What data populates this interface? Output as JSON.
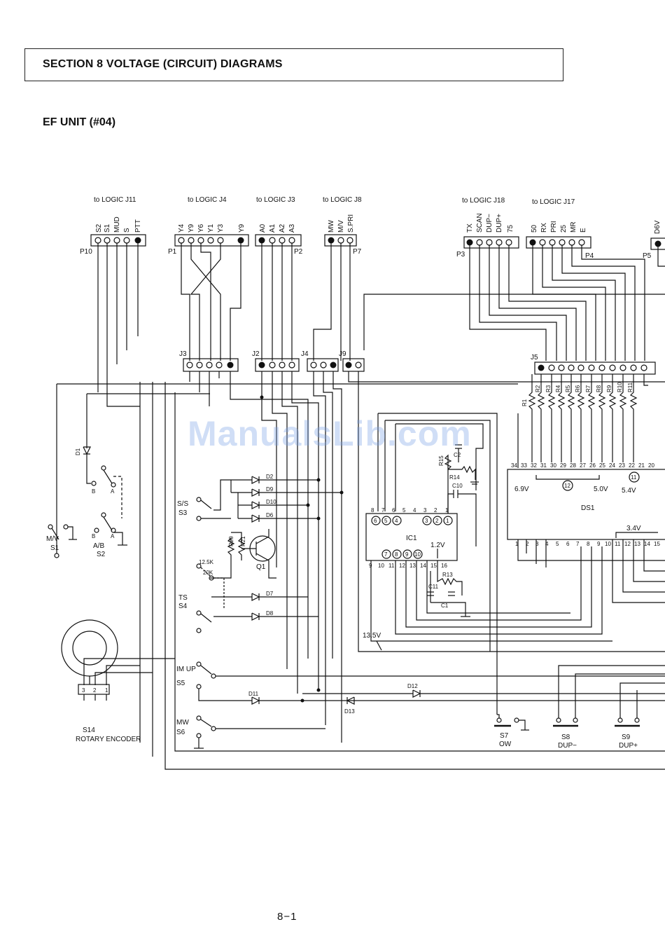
{
  "header": {
    "section_title": "SECTION 8   VOLTAGE (CIRCUIT) DIAGRAMS"
  },
  "unit_title": "EF UNIT (#04)",
  "page_number": "8−1",
  "watermark": "ManualsLib.com",
  "connectors": [
    {
      "label": "P10",
      "to": "to LOGIC J11",
      "pins": [
        "S2",
        "S1",
        "MUD",
        "S",
        "PTT"
      ]
    },
    {
      "label": "P1",
      "to": "to LOGIC J4",
      "pins": [
        "Y4",
        "Y9",
        "Y6",
        "Y1",
        "Y3",
        "Y9"
      ]
    },
    {
      "label": "P2",
      "to": "to LOGIC J3",
      "pins": [
        "A0",
        "A1",
        "A2",
        "A3"
      ]
    },
    {
      "label": "P7",
      "to": "to LOGIC J8",
      "pins": [
        "MW",
        "M/V",
        "S.PRI"
      ]
    },
    {
      "label": "P3",
      "to": "to LOGIC J18",
      "pins": [
        "TX",
        "SCAN",
        "DUP−",
        "DUP+",
        "75"
      ]
    },
    {
      "label": "P4",
      "to": "to LOGIC J17",
      "pins": [
        "50",
        "RX",
        "PRI",
        "25",
        "MR",
        "E"
      ]
    },
    {
      "label": "P5",
      "to": "",
      "pins": [
        "D6V"
      ]
    }
  ],
  "jacks": [
    "J3",
    "J2",
    "J4",
    "J9",
    "J5"
  ],
  "switches": [
    {
      "ref": "S1",
      "name": "M/V"
    },
    {
      "ref": "S2",
      "name": "A/B"
    },
    {
      "ref": "S3",
      "name": "S/S"
    },
    {
      "ref": "S4",
      "name": "TS"
    },
    {
      "ref": "S5",
      "name": "IM UP"
    },
    {
      "ref": "S6",
      "name": "MW"
    },
    {
      "ref": "S7",
      "name": "OW"
    },
    {
      "ref": "S8",
      "name": "DUP−"
    },
    {
      "ref": "S9",
      "name": "DUP+"
    },
    {
      "ref": "S14",
      "name": "ROTARY ENCODER"
    }
  ],
  "diodes": [
    "D1",
    "D2",
    "D9",
    "D10",
    "D6",
    "D7",
    "D8",
    "D11",
    "D12",
    "D13"
  ],
  "resistors": [
    "R1",
    "R2",
    "R3",
    "R4",
    "R5",
    "R6",
    "R7",
    "R8",
    "R9",
    "R10",
    "R11",
    "R13",
    "R14",
    "R15",
    "R20",
    "R21"
  ],
  "capacitors": [
    "C1",
    "C2",
    "C10",
    "C11"
  ],
  "values": {
    "r_a": "12.5K",
    "r_b": "20K"
  },
  "ic1": {
    "label": "IC1",
    "top_pins": [
      "8",
      "7",
      "6",
      "5",
      "4",
      "3",
      "2",
      "1"
    ],
    "bottom_pins": [
      "9",
      "10",
      "11",
      "12",
      "13",
      "14",
      "15",
      "16"
    ],
    "top_circles": [
      "6",
      "5",
      "4",
      "3",
      "2",
      "1"
    ],
    "bottom_circles": [
      "7",
      "8",
      "9",
      "10"
    ],
    "voltage": "1.2V"
  },
  "ds1": {
    "label": "DS1",
    "top_pins": [
      "34",
      "33",
      "32",
      "31",
      "30",
      "29",
      "28",
      "27",
      "26",
      "25",
      "24",
      "23",
      "22",
      "21",
      "20"
    ],
    "bottom_pins": [
      "1",
      "2",
      "3",
      "4",
      "5",
      "6",
      "7",
      "8",
      "9",
      "10",
      "11",
      "12",
      "13",
      "14",
      "15"
    ],
    "volt_a": "6.9V",
    "volt_b": "5.0V",
    "volt_c": "5.4V",
    "volt_d": "3.4V",
    "circle_a": "12",
    "circle_b": "11"
  },
  "supply": "13.5V",
  "transistor": "Q1",
  "encoder_pins": [
    "3",
    "2",
    "1"
  ],
  "ab_contacts": [
    "B",
    "A"
  ]
}
